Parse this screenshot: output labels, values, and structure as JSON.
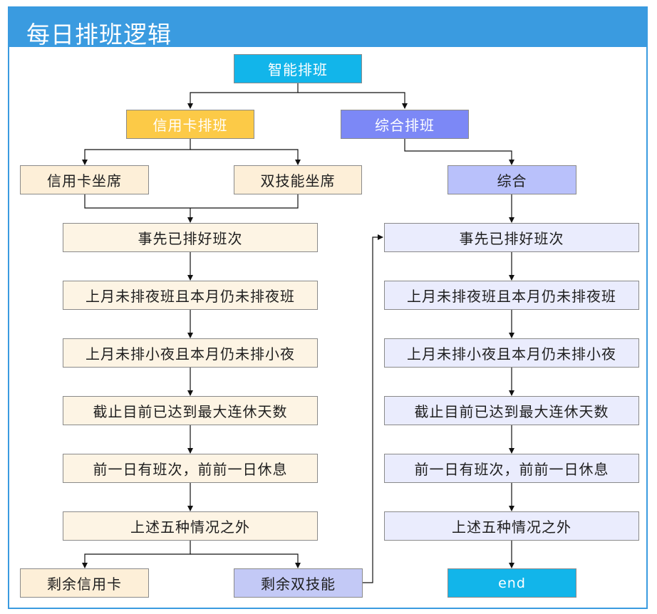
{
  "title": "每日排班逻辑",
  "nodes": {
    "root": "智能排班",
    "credit_scheduling": "信用卡排班",
    "comprehensive_scheduling": "综合排班",
    "credit_seat": "信用卡坐席",
    "dual_skill_seat": "双技能坐席",
    "comprehensive": "综合",
    "end": "end",
    "remaining_credit": "剩余信用卡",
    "remaining_dual": "剩余双技能"
  },
  "left_steps": [
    "事先已排好班次",
    "上月未排夜班且本月仍未排夜班",
    "上月未排小夜且本月仍未排小夜",
    "截止目前已达到最大连休天数",
    "前一日有班次，前前一日休息",
    "上述五种情况之外"
  ],
  "right_steps": [
    "事先已排好班次",
    "上月未排夜班且本月仍未排夜班",
    "上月未排小夜且本月仍未排小夜",
    "截止目前已达到最大连休天数",
    "前一日有班次，前前一日休息",
    "上述五种情况之外"
  ],
  "colors": {
    "title_bar": "#3a9be0",
    "root": "#12b5ea",
    "credit": "#fcca47",
    "comprehensive": "#7c88f6",
    "seat": "#fdefd8",
    "step_left": "#fdf4e4",
    "step_right": "#eaecfd",
    "dual_remaining": "#c3c9f6"
  }
}
